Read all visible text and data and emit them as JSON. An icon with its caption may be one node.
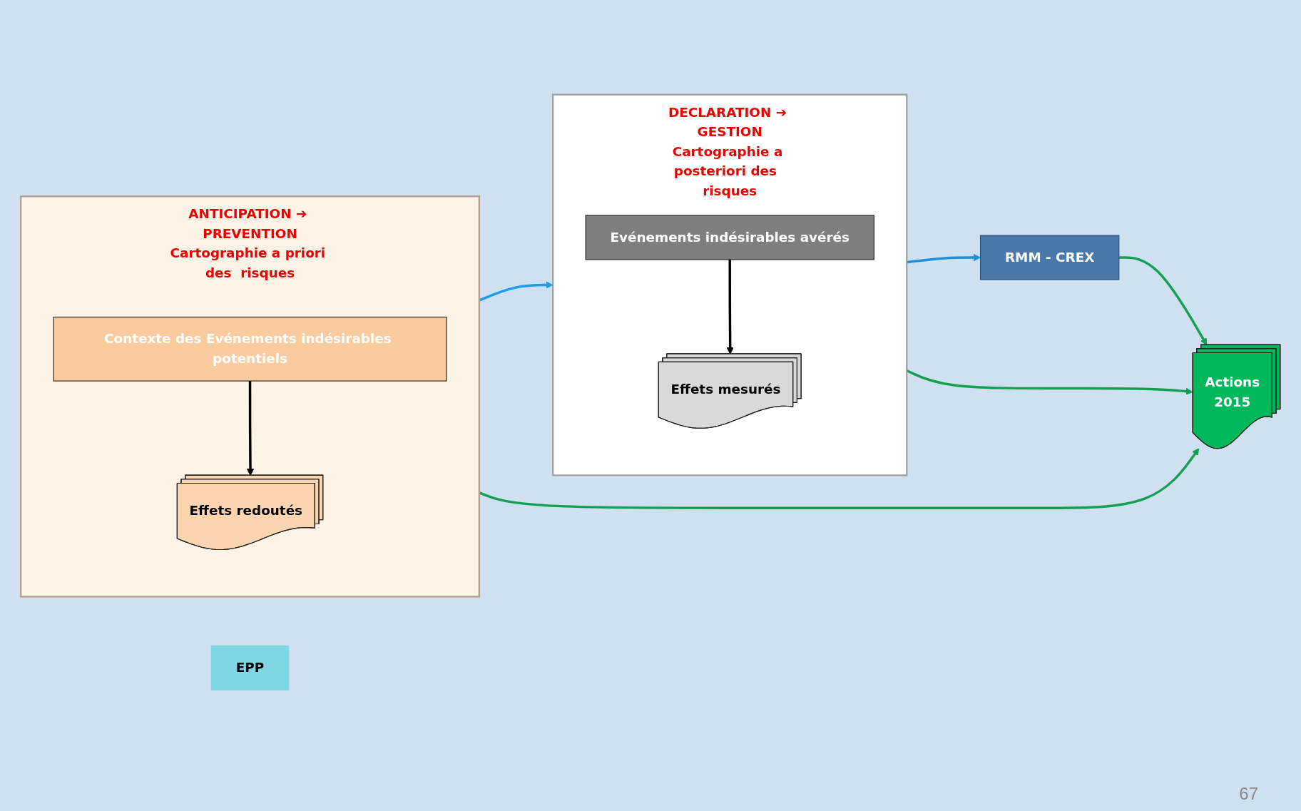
{
  "diagram": {
    "nodes": [
      {
        "text": [
          "ANTICIPATION ➔ PREVENTION",
          "Cartographie a priori des  risques"
        ]
      },
      {
        "text": [
          "Contexte des Evénements indésirables potentiels"
        ],
        "in": 0
      },
      {
        "text": [
          "Effets redoutés"
        ],
        "in": 0
      },
      {
        "text": [
          "DECLARATION ➔ GESTION",
          "Cartographie a posteriori des  risques"
        ]
      },
      {
        "text": [
          "Evénements indésirables avérés"
        ],
        "in": 3
      },
      {
        "text": [
          "Effets mesurés"
        ],
        "in": 3
      },
      {
        "text": [
          "EPP"
        ]
      },
      {
        "text": [
          "RMM - CREX"
        ]
      },
      {
        "text": [
          "Actions",
          "2015"
        ]
      }
    ],
    "edges": [
      {
        "from": 0,
        "to": 3,
        "arrow": "to",
        "color": "#1e9ee8"
      },
      {
        "from": 1,
        "to": 2,
        "arrow": "to",
        "color": "#000000"
      },
      {
        "from": 4,
        "to": 5,
        "arrow": "to",
        "color": "#000000"
      },
      {
        "from": 3,
        "to": 7,
        "arrow": "to",
        "color": "#1e90d8"
      },
      {
        "from": 7,
        "to": 8,
        "arrow": "to",
        "color": "#14a050"
      },
      {
        "from": 0,
        "to": 8,
        "arrow": "to",
        "color": "#14a050"
      },
      {
        "from": 3,
        "to": 8,
        "arrow": "to",
        "color": "#14a050"
      }
    ],
    "labels": [
      "67"
    ]
  }
}
